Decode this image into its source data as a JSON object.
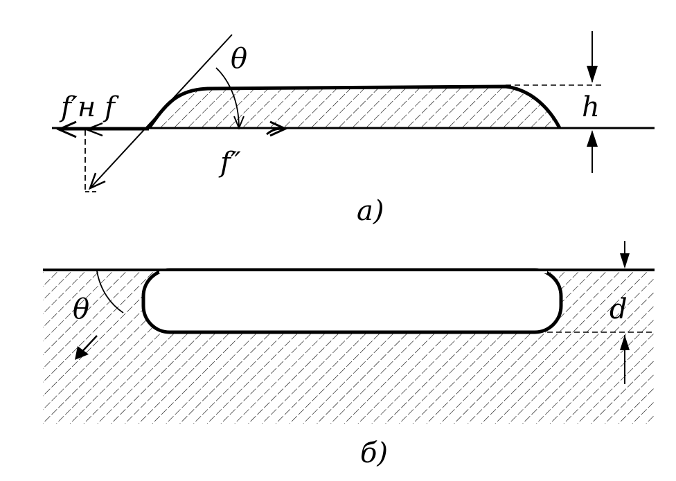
{
  "figure_a": {
    "panel_label": "a)",
    "theta_label": "θ",
    "f_prime_and_f_label": "f′н f",
    "f_double_prime_label": "f″",
    "height_label": "h"
  },
  "figure_b": {
    "panel_label": "б)",
    "theta_label": "θ",
    "depth_label": "d"
  },
  "colors": {
    "ink": "#000000",
    "background": "#ffffff"
  }
}
